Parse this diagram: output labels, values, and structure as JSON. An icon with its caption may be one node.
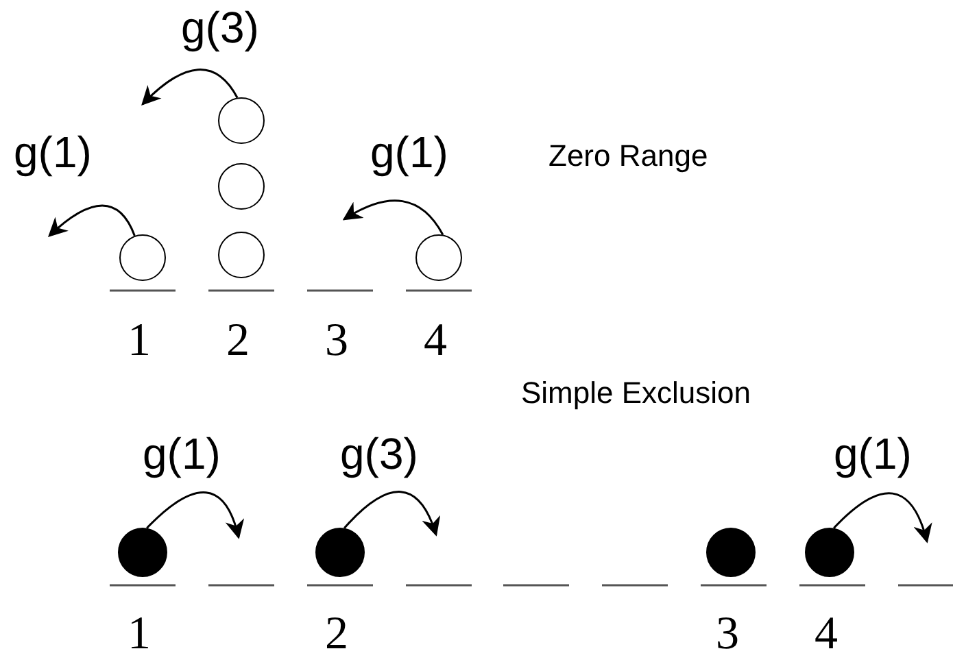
{
  "diagram": {
    "nodes": [
      {
        "text": [],
        "shape": "circle"
      },
      {
        "text": [],
        "shape": "circle"
      },
      {
        "text": [],
        "shape": "circle"
      },
      {
        "text": [],
        "shape": "circle"
      },
      {
        "text": [],
        "shape": "circle"
      },
      {
        "text": [],
        "shape": "circle"
      },
      {
        "text": [],
        "shape": "circle"
      },
      {
        "text": [],
        "shape": "circle"
      },
      {
        "text": [],
        "shape": "circle"
      }
    ],
    "edges": [
      {
        "from": 0,
        "to": null,
        "arrow": "to",
        "label": "g(1)"
      },
      {
        "from": 1,
        "to": null,
        "arrow": "to",
        "label": "g(3)"
      },
      {
        "from": 4,
        "to": null,
        "arrow": "to",
        "label": "g(1)"
      },
      {
        "from": 5,
        "to": null,
        "arrow": "to",
        "label": "g(1)"
      },
      {
        "from": 6,
        "to": null,
        "arrow": "to",
        "label": "g(3)"
      },
      {
        "from": 8,
        "to": null,
        "arrow": "to",
        "label": "g(1)"
      }
    ],
    "labels": [
      "Zero Range",
      "1",
      "2",
      "3",
      "4",
      "Simple Exclusion",
      "1",
      "2",
      "3",
      "4"
    ]
  }
}
